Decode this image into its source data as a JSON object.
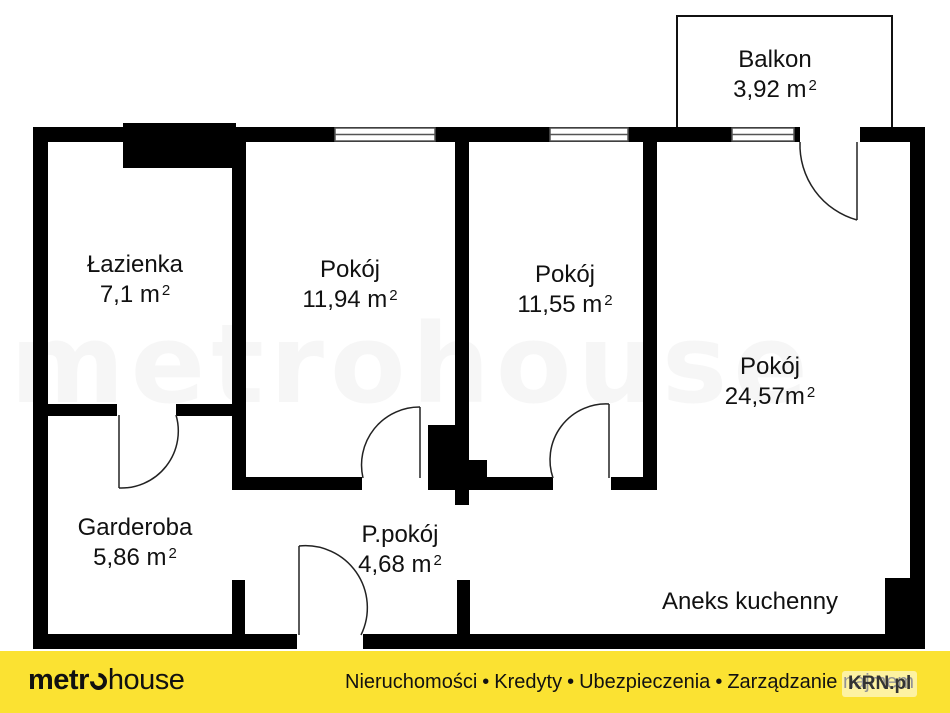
{
  "rooms": {
    "lazienka": {
      "name": "Łazienka",
      "area": "7,1 m",
      "unit_sup": "2"
    },
    "pokoj1": {
      "name": "Pokój",
      "area": "11,94 m",
      "unit_sup": "2"
    },
    "pokoj2": {
      "name": "Pokój",
      "area": "11,55 m",
      "unit_sup": "2"
    },
    "pokoj3": {
      "name": "Pokój",
      "area": "24,57m",
      "unit_sup": "2"
    },
    "balkon": {
      "name": "Balkon",
      "area": "3,92 m",
      "unit_sup": "2"
    },
    "garderoba": {
      "name": "Garderoba",
      "area": "5,86 m",
      "unit_sup": "2"
    },
    "ppokoj": {
      "name": "P.pokój",
      "area": "4,68 m",
      "unit_sup": "2"
    },
    "aneks": {
      "name": "Aneks kuchenny"
    }
  },
  "watermark": "metrohouse",
  "footer": {
    "brand_bold_start": "metr",
    "brand_light": "house",
    "services": [
      "Nieruchomości",
      "Kredyty",
      "Ubezpieczenia",
      "Zarządzanie najmem"
    ],
    "separator": "•",
    "badge": "KRN.pl",
    "background_color": "#fbe232"
  },
  "colors": {
    "wall": "#000000",
    "window_frame": "#666666",
    "floor": "#ffffff"
  }
}
